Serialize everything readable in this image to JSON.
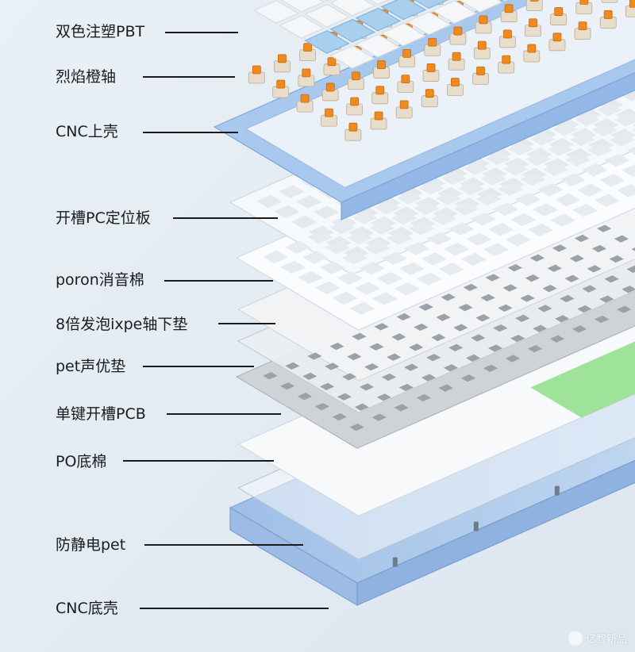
{
  "diagram": {
    "callouts": [
      {
        "label": "双色注塑PBT"
      },
      {
        "label": "烈焰橙轴"
      },
      {
        "label": "CNC上壳"
      },
      {
        "label": "开槽PC定位板"
      },
      {
        "label": "poron消音棉"
      },
      {
        "label": "8倍发泡ixpe轴下垫"
      },
      {
        "label": "pet声优垫"
      },
      {
        "label": "单键开槽PCB"
      },
      {
        "label": "PO底棉"
      },
      {
        "label": "防静电pet"
      },
      {
        "label": "CNC底壳"
      }
    ],
    "watermark": {
      "text": "亿智新品"
    },
    "colors": {
      "background": "#e7eef5",
      "keycap_white": "#f4f6f8",
      "keycap_blue": "#a9cfee",
      "switch_orange": "#f08a1e",
      "case_blue": "#a8c8ee",
      "plate_white": "#f7f9fb",
      "pcb_gray": "#c9ccd0",
      "green_accent": "#8fdf8a",
      "line": "#1b1b1b"
    }
  }
}
